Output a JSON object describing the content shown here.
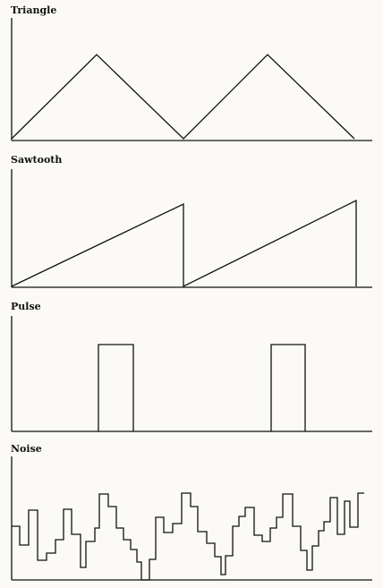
{
  "panels": {
    "triangle": {
      "title": "Triangle"
    },
    "sawtooth": {
      "title": "Sawtooth"
    },
    "pulse": {
      "title": "Pulse"
    },
    "noise": {
      "title": "Noise"
    }
  },
  "style": {
    "stroke": "#111111",
    "background": "#fbfaf7"
  }
}
